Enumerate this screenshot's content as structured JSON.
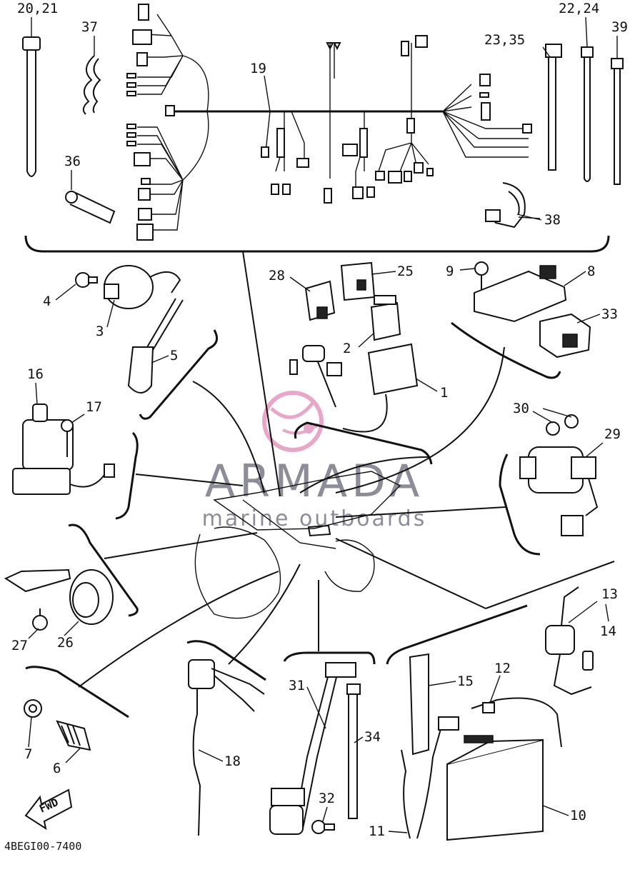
{
  "diagram": {
    "part_code": "4BEGI00-7400",
    "direction_label": "FWD",
    "watermark": {
      "brand": "ARMADA",
      "tagline": "marine outboards",
      "color": "#8d8d9a",
      "logo_color": "#e8a6c8"
    },
    "callouts": {
      "c20_21": "20,21",
      "c37": "37",
      "c19": "19",
      "c22_24": "22,24",
      "c23_35": "23,35",
      "c39": "39",
      "c36": "36",
      "c38": "38",
      "c4": "4",
      "c3": "3",
      "c5": "5",
      "c28": "28",
      "c25": "25",
      "c2": "2",
      "c1": "1",
      "c9": "9",
      "c8": "8",
      "c33": "33",
      "c16": "16",
      "c17": "17",
      "c30": "30",
      "c29": "29",
      "c13": "13",
      "c14": "14",
      "c27": "27",
      "c26": "26",
      "c7": "7",
      "c6": "6",
      "c18": "18",
      "c31": "31",
      "c34": "34",
      "c32": "32",
      "c15": "15",
      "c12": "12",
      "c11": "11",
      "c10": "10"
    }
  }
}
